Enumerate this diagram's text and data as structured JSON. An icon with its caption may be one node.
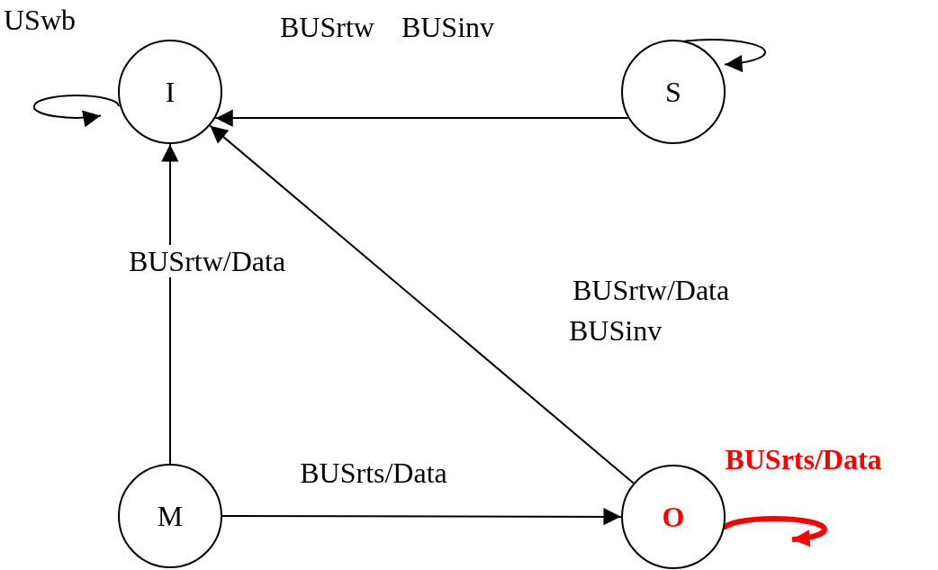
{
  "diagram": {
    "nodes": [
      {
        "text": [
          "I"
        ]
      },
      {
        "text": [
          "S"
        ]
      },
      {
        "text": [
          "M"
        ]
      },
      {
        "text": [
          "O"
        ]
      }
    ],
    "edges": [
      {
        "from": 1,
        "to": 0,
        "arrow": "to",
        "label": "BUSrtw BUSinv"
      },
      {
        "from": 3,
        "to": 0,
        "arrow": "to",
        "label": "BUSrtw/Data BUSinv"
      },
      {
        "from": 2,
        "to": 0,
        "arrow": "to",
        "label": "BUSrtw/Data"
      },
      {
        "from": 2,
        "to": 3,
        "arrow": "to",
        "label": "BUSrts/Data"
      },
      {
        "from": 0,
        "to": 0,
        "arrow": "to",
        "label": "USwb"
      },
      {
        "from": 1,
        "to": 1,
        "arrow": "to"
      },
      {
        "from": 3,
        "to": 3,
        "arrow": "to",
        "label": "BUSrts/Data",
        "style": "thick",
        "color": "#ff0000"
      }
    ]
  }
}
